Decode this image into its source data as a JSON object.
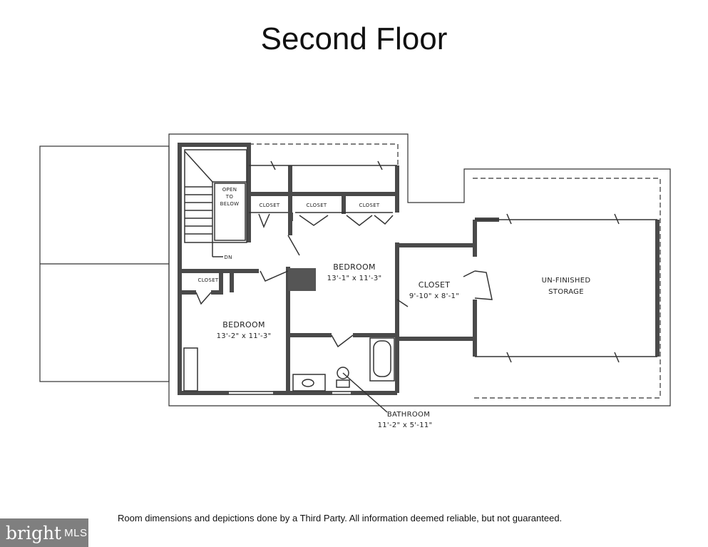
{
  "title": "Second Floor",
  "rooms": {
    "open_to_below": [
      "OPEN",
      "TO",
      "BELOW"
    ],
    "closet_small_1": "CLOSET",
    "closet_small_2": "CLOSET",
    "closet_small_3": "CLOSET",
    "closet_left": "CLOSET",
    "bedroom_center": {
      "name": "BEDROOM",
      "size": "13'-1\" x 11'-3\""
    },
    "bedroom_left": {
      "name": "BEDROOM",
      "size": "13'-2\" x 11'-3\""
    },
    "closet_walkin": {
      "name": "CLOSET",
      "size": "9'-10\" x 8'-1\""
    },
    "storage": [
      "UN-FINISHED",
      "STORAGE"
    ],
    "bathroom": {
      "name": "BATHROOM",
      "size": "11'-2\" x 5'-11\""
    },
    "stair_dn": "DN"
  },
  "disclaimer": "Room dimensions and depictions done by a Third Party. All information deemed reliable, but not guaranteed.",
  "brand": {
    "name": "bright",
    "suffix": "MLS"
  },
  "colors": {
    "wall": "#4a4a4a",
    "outline": "#333333",
    "chimney": "#555555",
    "brand_bg": "#7f7f7f"
  }
}
